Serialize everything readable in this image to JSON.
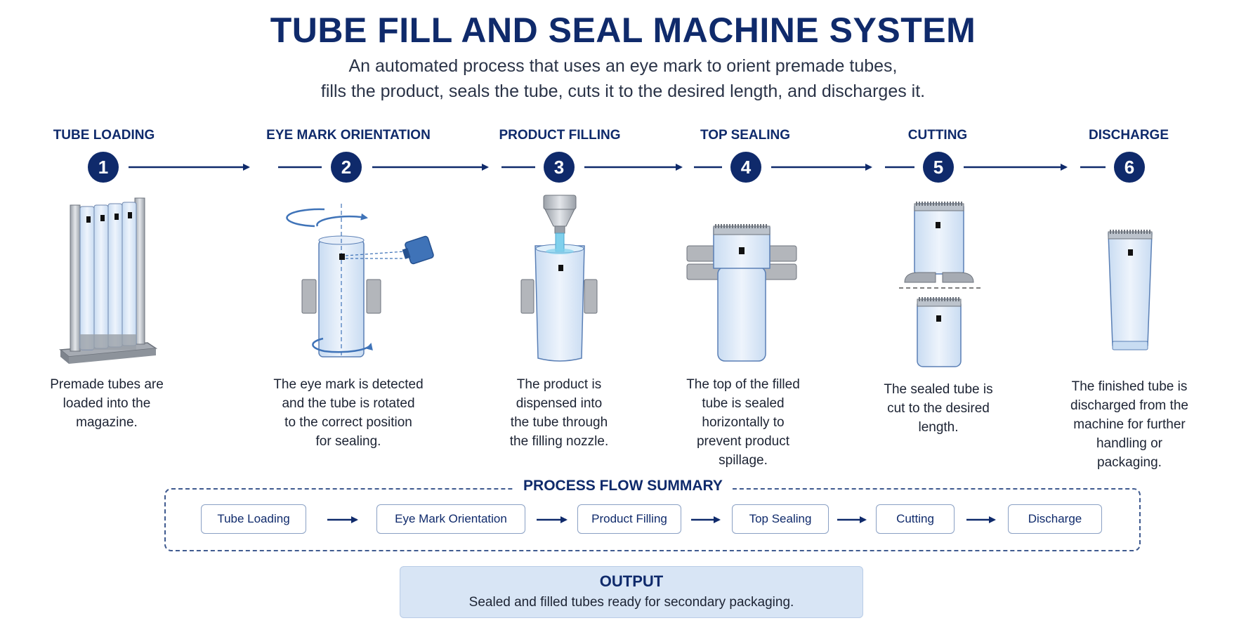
{
  "header": {
    "title": "TUBE FILL AND SEAL MACHINE SYSTEM",
    "subtitle_line1": "An automated process that uses an eye mark to orient premade tubes,",
    "subtitle_line2": "fills the product, seals the tube, cuts it to the desired length, and discharges it."
  },
  "steps": [
    {
      "number": "1",
      "label": "TUBE LOADING",
      "desc": [
        "Premade tubes are",
        "loaded into the",
        "magazine."
      ]
    },
    {
      "number": "2",
      "label": "EYE MARK ORIENTATION",
      "desc": [
        "The eye mark is detected",
        "and the tube is rotated",
        "to the correct position",
        "for sealing."
      ]
    },
    {
      "number": "3",
      "label": "PRODUCT FILLING",
      "desc": [
        "The product is",
        "dispensed into",
        "the tube through",
        "the filling nozzle."
      ]
    },
    {
      "number": "4",
      "label": "TOP SEALING",
      "desc": [
        "The top of the filled",
        "tube is sealed",
        "horizontally to",
        "prevent product",
        "spillage."
      ]
    },
    {
      "number": "5",
      "label": "CUTTING",
      "desc": [
        "The sealed tube is",
        "cut to the desired",
        "length."
      ]
    },
    {
      "number": "6",
      "label": "DISCHARGE",
      "desc": [
        "The finished tube is",
        "discharged from the",
        "machine for further",
        "handling or",
        "packaging."
      ]
    }
  ],
  "summary": {
    "title": "PROCESS FLOW SUMMARY",
    "items": [
      "Tube Loading",
      "Eye Mark Orientation",
      "Product Filling",
      "Top Sealing",
      "Cutting",
      "Discharge"
    ]
  },
  "output": {
    "title": "OUTPUT",
    "text": "Sealed and filled tubes ready for secondary packaging."
  },
  "colors": {
    "navy": "#0f2a6b",
    "tube_fill": "#dce9f7",
    "tube_stroke": "#5a7fb5",
    "sensor": "#3f73b8",
    "output_bg": "#d8e5f5"
  },
  "icons": [
    "arrow-right-icon",
    "tube-magazine-icon",
    "eye-mark-sensor-icon",
    "rotate-arrow-icon",
    "filling-nozzle-icon",
    "seal-jaw-icon",
    "cutter-blade-icon",
    "finished-tube-icon"
  ]
}
